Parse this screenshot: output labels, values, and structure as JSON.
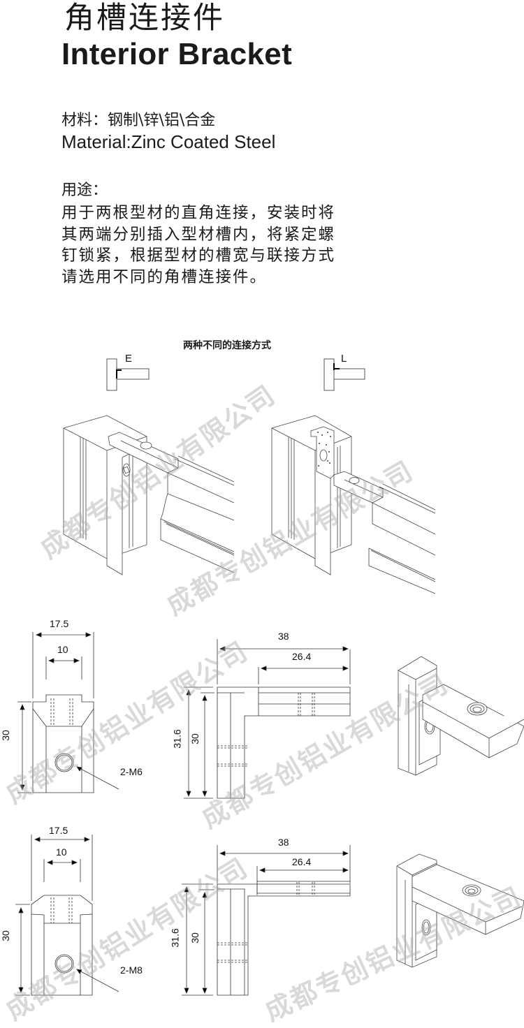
{
  "header": {
    "title_cn": "角槽连接件",
    "title_en": "Interior Bracket"
  },
  "material": {
    "label_cn": "材料：钢制\\锌\\铝\\合金",
    "label_en": "Material:Zinc Coated Steel"
  },
  "usage": {
    "label": "用途：",
    "lines": [
      "用于两根型材的直角连接，安装时将",
      "其两端分别插入型材槽内，将紧定螺",
      "钉锁紧，根据型材的槽宽与联接方式",
      "请选用不同的角槽连接件。"
    ]
  },
  "connection": {
    "title": "两种不同的连接方式",
    "type_left": "E",
    "type_right": "L"
  },
  "drawing_m6": {
    "width_outer": "17.5",
    "width_inner": "10",
    "height": "30",
    "height_total": "31.6",
    "height_inner": "30",
    "length_total": "38",
    "length_arm": "26.4",
    "thread": "2-M6"
  },
  "drawing_m8": {
    "width_outer": "17.5",
    "width_inner": "10",
    "height": "30",
    "height_total": "31.6",
    "height_inner": "30",
    "length_total": "38",
    "length_arm": "26.4",
    "thread": "2-M8"
  },
  "watermark": {
    "text": "成都专创铝业有限公司"
  }
}
